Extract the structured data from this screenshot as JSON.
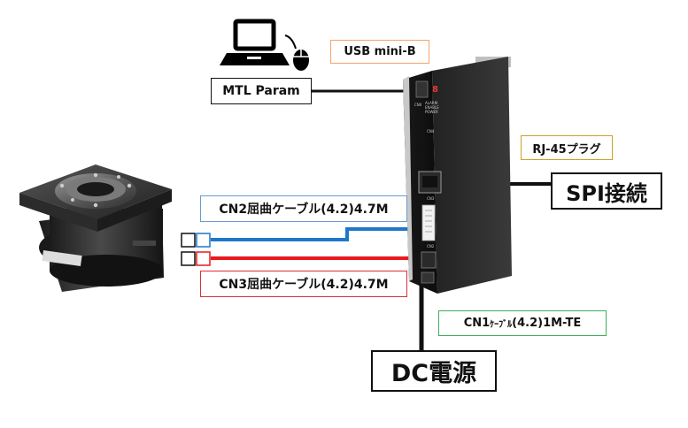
{
  "labels": {
    "usb": "USB mini-B",
    "mtl_param": "MTL Param",
    "rj45": "RJ-45プラグ",
    "spi": "SPI接続",
    "cn2": "CN2屈曲ケーブル(4.2)4.7M",
    "cn3": "CN3屈曲ケーブル(4.2)4.7M",
    "cn1_prefix": "CN1",
    "cn1_kana": "ｹｰﾌﾞﾙ",
    "cn1_suffix": "(4.2)1M-TE",
    "dc": "DC電源"
  },
  "driver_markings": {
    "cn0": "CN0",
    "alarm": "ALARM",
    "enable": "ENABLE",
    "power": "POWER",
    "cn4": "CN4",
    "cn3": "CN3",
    "cn2": "CN2"
  },
  "colors": {
    "cn2_cable": "#1f77c9",
    "cn3_cable": "#e8191f",
    "cable_black": "#111111",
    "usb_border": "#f4a46b",
    "rj45_border": "#c9a227",
    "cn2_border": "#6a9bd1",
    "cn3_border": "#d9303a",
    "cn1_border": "#3fae5b"
  }
}
